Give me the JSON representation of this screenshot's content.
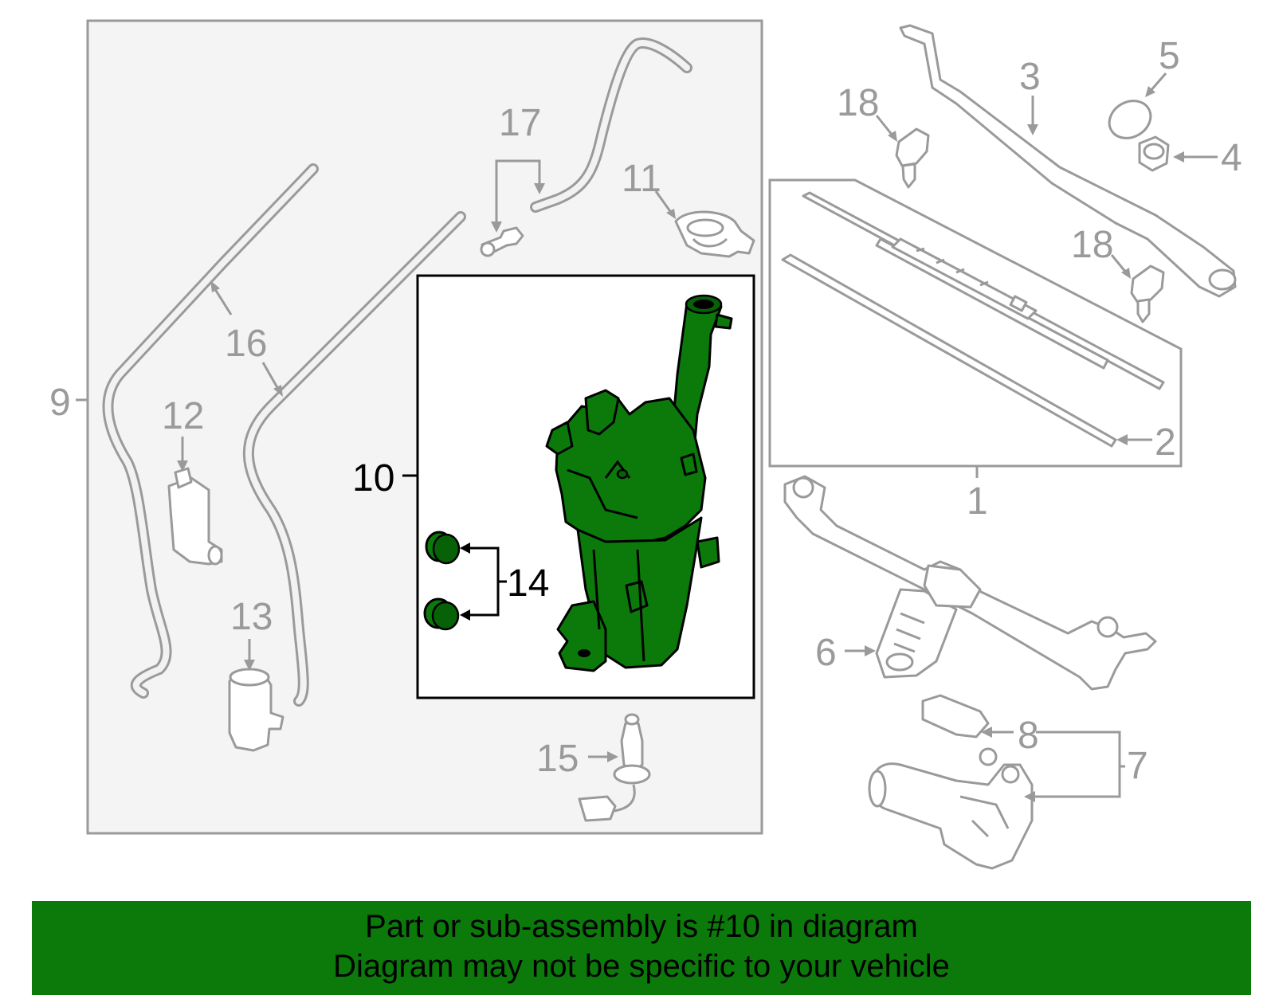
{
  "callouts": {
    "c1": "1",
    "c2": "2",
    "c3": "3",
    "c4": "4",
    "c5": "5",
    "c6": "6",
    "c7": "7",
    "c8": "8",
    "c9": "9",
    "c10": "10",
    "c11": "11",
    "c12": "12",
    "c13": "13",
    "c14": "14",
    "c15": "15",
    "c16": "16",
    "c17": "17",
    "c18a": "18",
    "c18b": "18"
  },
  "highlighted_callout": "10",
  "banner": {
    "line1": "Part or sub-assembly is #10 in diagram",
    "line2": "Diagram may not be specific to your vehicle"
  },
  "colors": {
    "highlight_green": "#0b7a0b",
    "banner_background": "#0b7a0b",
    "panel_background": "#f4f4f4",
    "inactive_gray": "#9a9a9a"
  }
}
